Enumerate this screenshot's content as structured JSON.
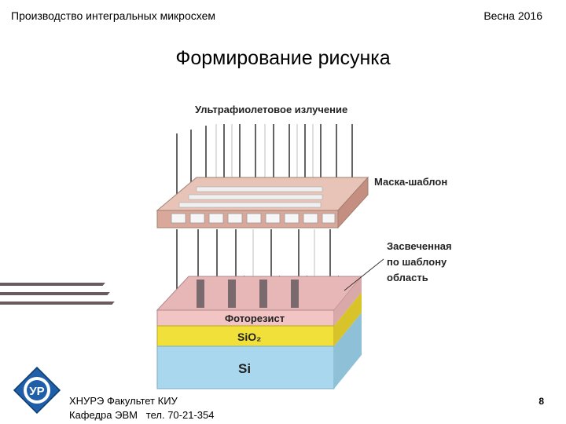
{
  "header": {
    "course": "Производство интегральных микросхем",
    "semester": "Весна 2016"
  },
  "slide": {
    "title": "Формирование рисунка"
  },
  "diagram": {
    "uv_label": "Ультрафиолетовое излучение",
    "mask_label": "Маска-шаблон",
    "exposed_label_line1": "Засвеченная",
    "exposed_label_line2": "по шаблону",
    "exposed_label_line3": "область",
    "photoresist_label": "Фоторезист",
    "sio2_label": "SiO₂",
    "si_label": "Si",
    "colors": {
      "photoresist": "#f2c4c4",
      "sio2": "#f2e03a",
      "si": "#a9d8ee",
      "mask": "#e8c4b8",
      "arrow": "#111111"
    }
  },
  "footer": {
    "line1": "ХНУРЭ Факультет КИУ",
    "line2": "Кафедра ЭВМ   тел. 70-21-354",
    "logo_text": "УР",
    "page_number": "8"
  }
}
